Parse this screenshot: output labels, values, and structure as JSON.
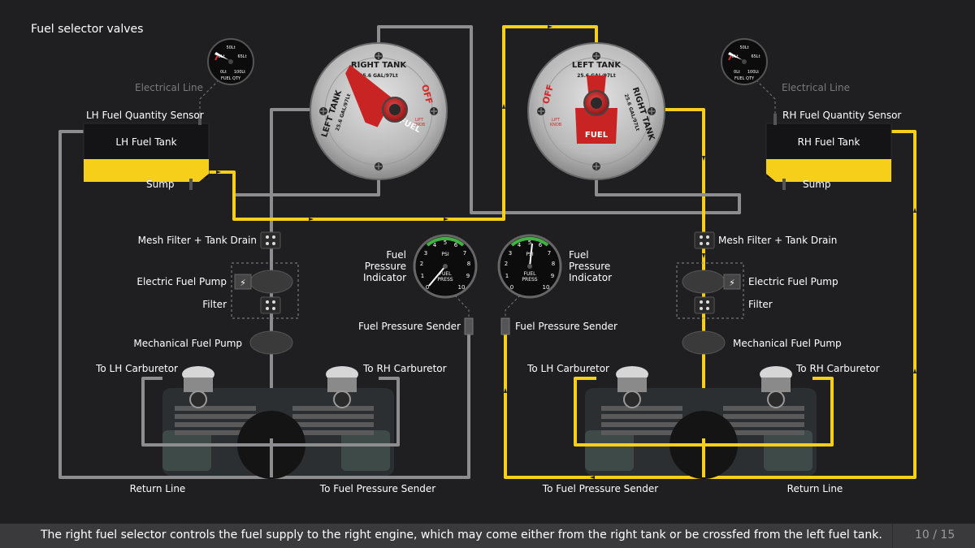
{
  "title": "Fuel selector valves",
  "colors": {
    "background": "#1f1f21",
    "active_line": "#f6cf1a",
    "inactive_line": "#8d8d8f",
    "valve_red": "#d42a2a",
    "footer_bg": "#3a3a3c"
  },
  "left": {
    "tank": "LH Fuel Tank",
    "quantity_sensor": "LH Fuel Quantity Sensor",
    "electrical_line": "Electrical Line",
    "sump": "Sump",
    "mesh_filter": "Mesh Filter + Tank Drain",
    "electric_pump": "Electric Fuel Pump",
    "filter": "Filter",
    "mechanical_pump": "Mechanical Fuel Pump",
    "to_lh_carb": "To LH Carburetor",
    "to_rh_carb": "To RH Carburetor",
    "return_line": "Return Line",
    "to_pressure_sender": "To Fuel Pressure Sender",
    "pressure_sender": "Fuel Pressure Sender",
    "pressure_indicator": [
      "Fuel",
      "Pressure",
      "Indicator"
    ]
  },
  "right": {
    "tank": "RH Fuel Tank",
    "quantity_sensor": "RH Fuel Quantity Sensor",
    "electrical_line": "Electrical Line",
    "sump": "Sump",
    "mesh_filter": "Mesh Filter + Tank Drain",
    "electric_pump": "Electric Fuel Pump",
    "filter": "Filter",
    "mechanical_pump": "Mechanical Fuel Pump",
    "to_lh_carb": "To LH Carburetor",
    "to_rh_carb": "To RH Carburetor",
    "return_line": "Return Line",
    "to_pressure_sender": "To Fuel Pressure Sender",
    "pressure_sender": "Fuel Pressure Sender",
    "pressure_indicator": [
      "Fuel",
      "Pressure",
      "Indicator"
    ]
  },
  "fuel_qty_gauge": {
    "marks": [
      "50Lt",
      "30Lt",
      "65Lt",
      "0Lt",
      "100Lt"
    ],
    "label": "FUEL QTY"
  },
  "pressure_gauge": {
    "ticks": [
      "0",
      "1",
      "2",
      "3",
      "4",
      "5",
      "6",
      "7",
      "8",
      "9",
      "10"
    ],
    "unit": "PSI",
    "label": [
      "FUEL",
      "PRESS"
    ]
  },
  "valves": {
    "left_valve": {
      "top_label": "RIGHT TANK",
      "side_label": "LEFT TANK",
      "capacity": "25.6 GAL/97Lt",
      "off_label": "OFF",
      "handle_label": "FUEL",
      "knob_label": [
        "LIFT",
        "KNOB"
      ]
    },
    "right_valve": {
      "top_label": "LEFT TANK",
      "side_label": "RIGHT TANK",
      "capacity": "25.6 GAL/97Lt",
      "off_label": "OFF",
      "handle_label": "FUEL",
      "knob_label": [
        "LIFT",
        "KNOB"
      ]
    }
  },
  "footer": {
    "caption": "The right fuel selector controls the fuel supply to the right engine, which may come either from the right tank or be crossfed from the left fuel tank.",
    "page": "10 / 15"
  }
}
